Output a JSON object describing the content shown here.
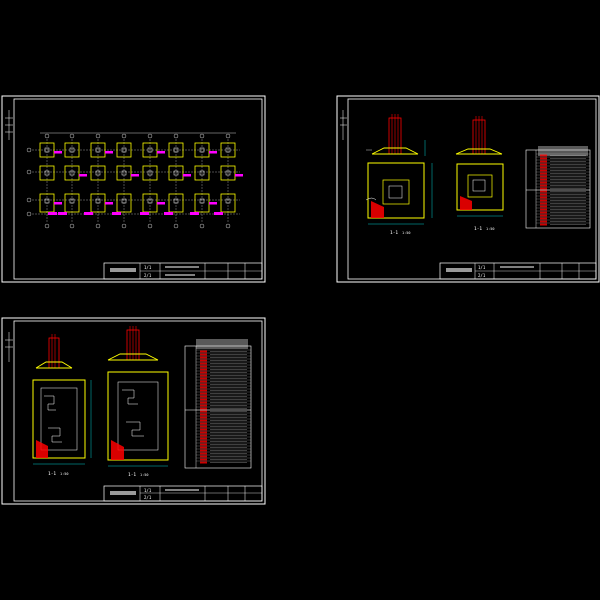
{
  "colors": {
    "background": "#000000",
    "frame": "#ffffff",
    "footing": "#ffff00",
    "column": "#ff0000",
    "tag": "#ff00ff",
    "dimension": "#00ffff",
    "rebar": "#ffffff",
    "hatch": "#ff0000"
  },
  "sheets": [
    {
      "id": "sheet-plan",
      "type": "foundation-plan",
      "title_block": {
        "code_1": "1/1",
        "code_2": "2/1"
      }
    },
    {
      "id": "sheet-details-1",
      "type": "footing-details",
      "section_labels": [
        "1-1",
        "1-1"
      ],
      "scale_labels": [
        "1:50",
        "1:50"
      ],
      "schedule_title": "",
      "title_block": {
        "code_1": "1/1",
        "code_2": "2/1"
      }
    },
    {
      "id": "sheet-details-2",
      "type": "footing-details",
      "section_labels": [
        "1-1",
        "1-1"
      ],
      "scale_labels": [
        "1:50",
        "1:50"
      ],
      "schedule_title": "",
      "title_block": {
        "code_1": "1/1",
        "code_2": "2/1"
      }
    }
  ],
  "icons": [
    "axis-bubble-icon",
    "section-mark-icon",
    "north-grid-icon"
  ]
}
